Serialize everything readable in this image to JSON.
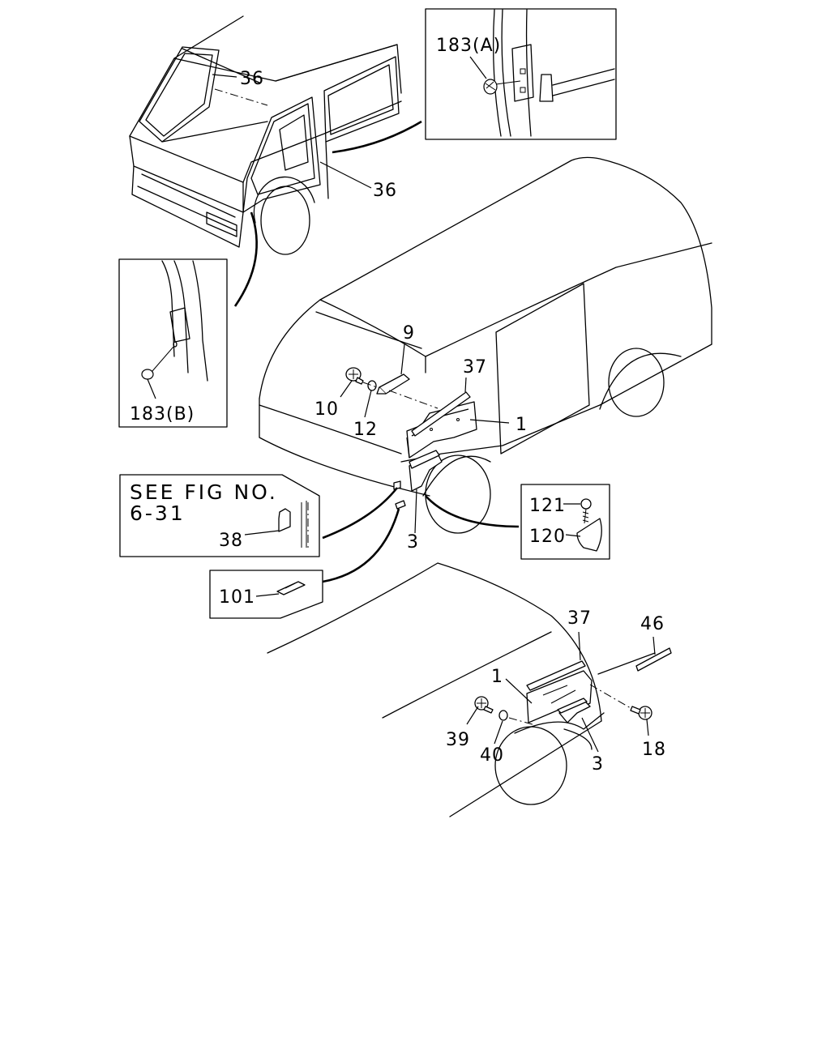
{
  "labels": {
    "top_van_upper_weatherstrip": "36",
    "top_van_door_weatherstrip": "36",
    "inset_a": "183(A)",
    "inset_b": "183(B)",
    "bracket": "9",
    "screw_10": "10",
    "washer_12": "12",
    "plate_37": "37",
    "panel_1": "1",
    "panel_3": "3",
    "see_fig_line1": "SEE FIG NO.",
    "see_fig_line2": "6-31",
    "part_38": "38",
    "part_101": "101",
    "part_121": "121",
    "part_120": "120",
    "lower_37": "37",
    "lower_46": "46",
    "lower_1": "1",
    "lower_39": "39",
    "lower_40": "40",
    "lower_3": "3",
    "lower_18": "18"
  }
}
